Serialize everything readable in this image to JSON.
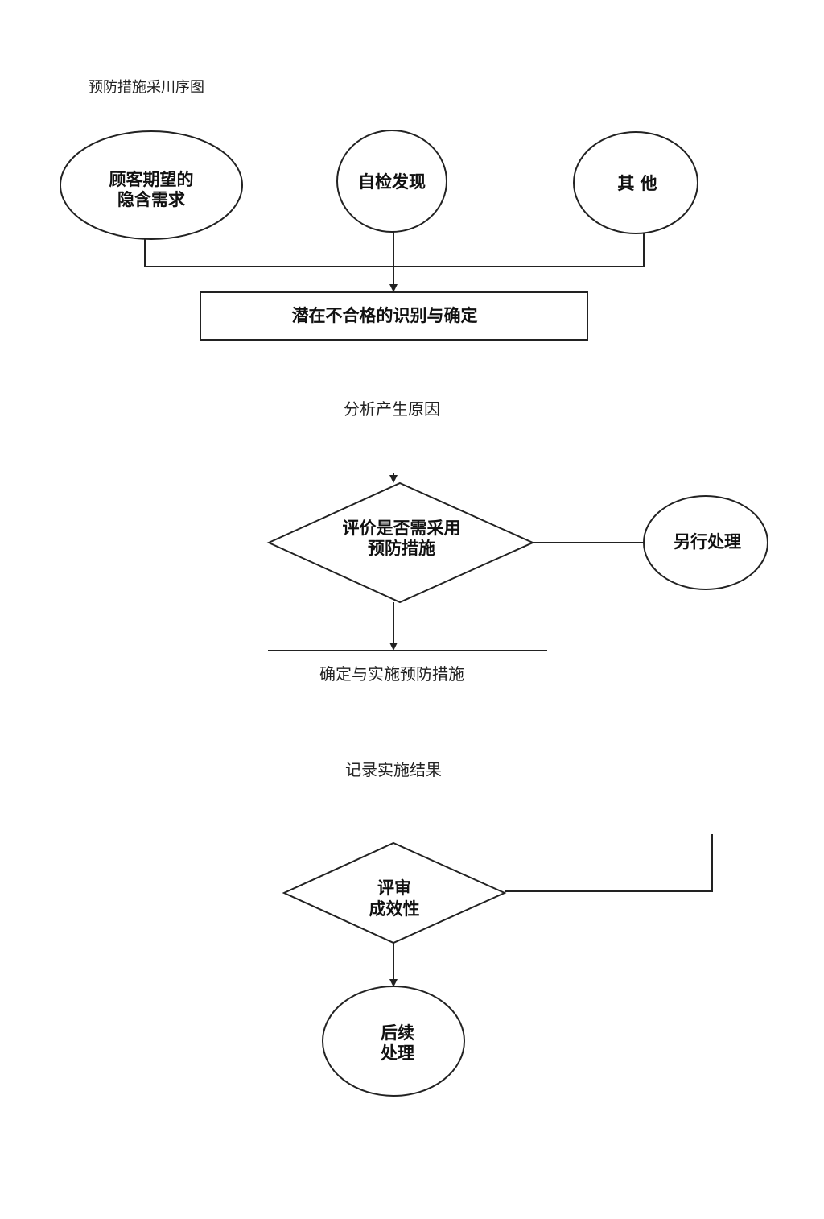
{
  "title": "预防措施采川序图",
  "nodes": {
    "customer_expectation": {
      "line1": "顾客期望的",
      "line2": "隐含需求"
    },
    "self_inspection": {
      "label": "自检发现"
    },
    "other": {
      "label": "其 他"
    },
    "identify_nonconformity": {
      "label": "潜在不合格的识别与确定"
    },
    "analyze_cause": {
      "label": "分析产生原因"
    },
    "evaluate_need": {
      "line1": "评价是否需采用",
      "line2": "预防措施"
    },
    "handle_otherwise": {
      "label": "另行处理"
    },
    "implement_measures": {
      "label": "确定与实施预防措施"
    },
    "record_results": {
      "label": "记录实施结果"
    },
    "review_effectiveness": {
      "line1": "评审",
      "line2": "成效性"
    },
    "follow_up": {
      "line1": "后续",
      "line2": "处理"
    }
  },
  "colors": {
    "stroke": "#222222",
    "text": "#111111",
    "background": "#ffffff"
  }
}
